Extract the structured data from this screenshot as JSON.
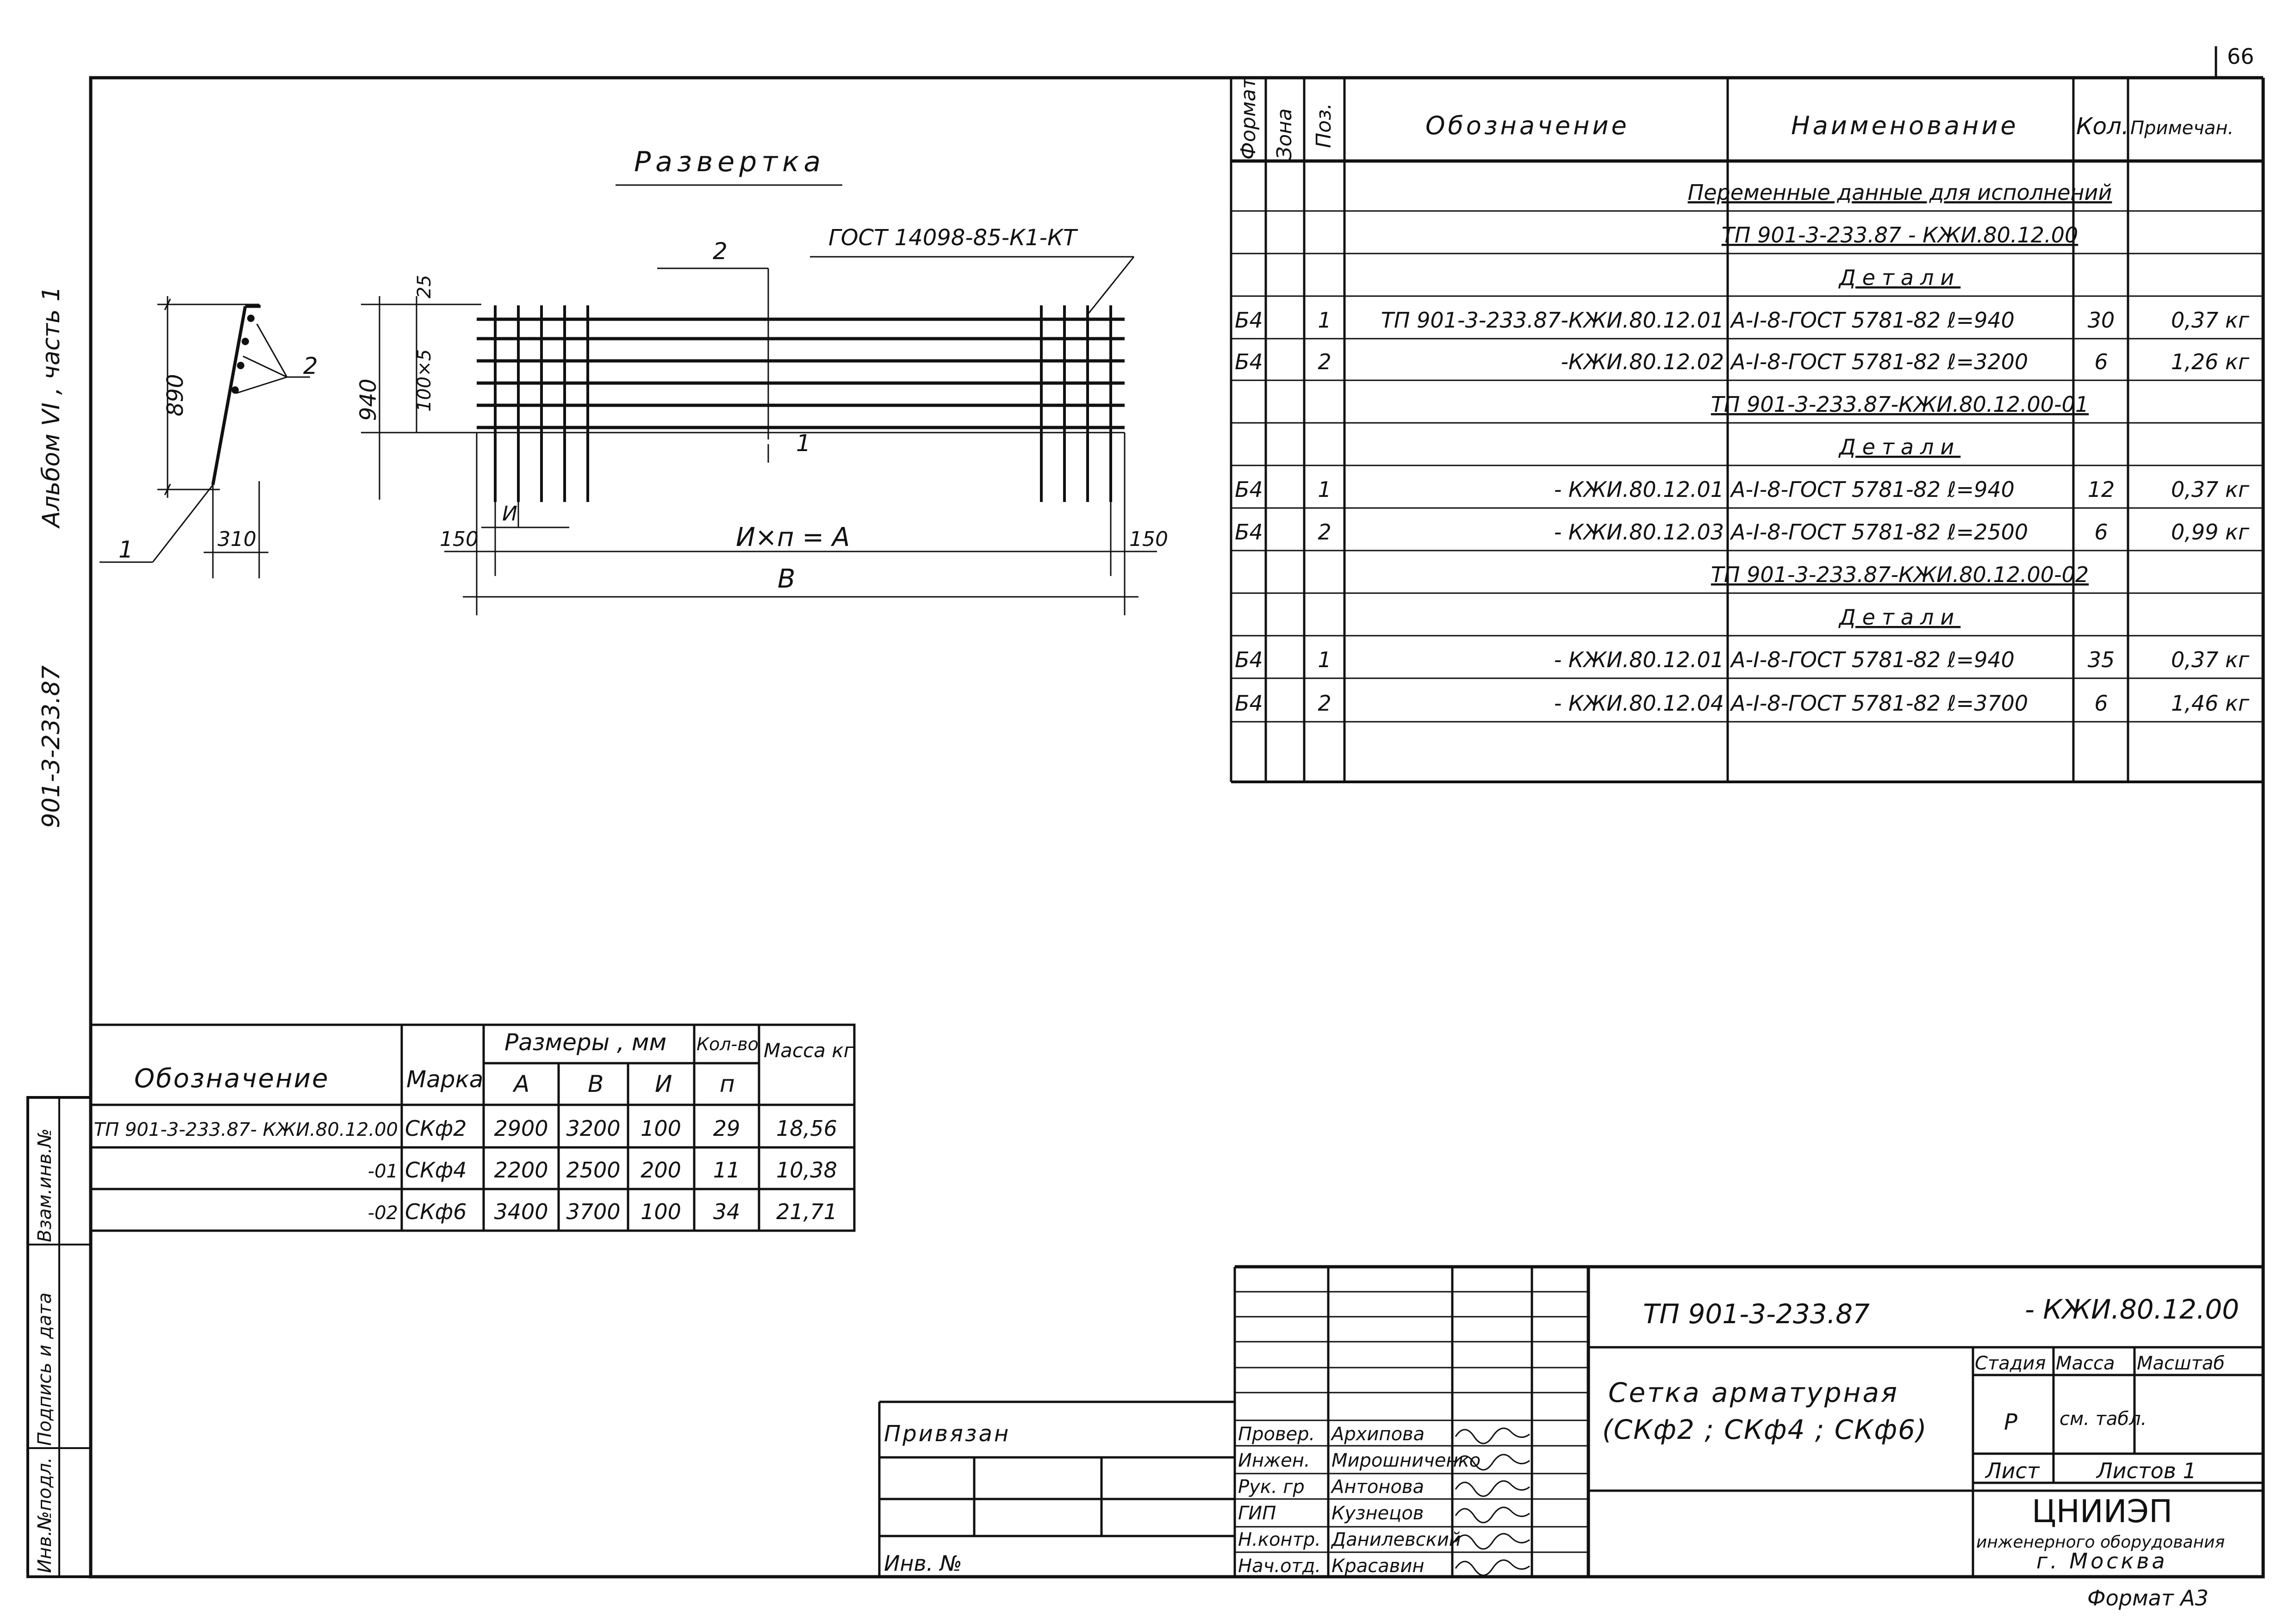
{
  "page_number": "66",
  "margin": {
    "album": "Альбом VI , часть 1",
    "doc_code": "901-3-233.87",
    "stamp_cols": [
      "Инв.№подл.",
      "Подпись и дата",
      "Взам.инв.№"
    ]
  },
  "drawing": {
    "title": "Развертка",
    "gost_label": "ГОСТ 14098-85-К1-КТ",
    "labels": {
      "h890": "890",
      "w310": "310",
      "h940": "940",
      "d25": "25",
      "d100x5": "100×5",
      "pos1": "1",
      "pos2": "2",
      "u": "И",
      "off150": "150",
      "formula": "И×п = А",
      "b": "В"
    }
  },
  "spec": {
    "headers": [
      "Формат",
      "Зона",
      "Поз.",
      "Обозначение",
      "Наименование",
      "Кол.",
      "Примечан."
    ],
    "rows": [
      {
        "f": "",
        "p": "",
        "desig": "",
        "name": "Переменные данные для исполнений",
        "qty": "",
        "note": ""
      },
      {
        "f": "",
        "p": "",
        "desig": "",
        "name": "ТП 901-3-233.87 - КЖИ.80.12.00",
        "qty": "",
        "note": ""
      },
      {
        "f": "",
        "p": "",
        "desig": "",
        "name": "Детали",
        "qty": "",
        "note": ""
      },
      {
        "f": "Б4",
        "p": "1",
        "desig": "ТП 901-3-233.87-КЖИ.80.12.01",
        "name": "А-I-8-ГОСТ 5781-82  ℓ=940",
        "qty": "30",
        "note": "0,37 кг"
      },
      {
        "f": "Б4",
        "p": "2",
        "desig": "-КЖИ.80.12.02",
        "name": "А-I-8-ГОСТ 5781-82  ℓ=3200",
        "qty": "6",
        "note": "1,26 кг"
      },
      {
        "f": "",
        "p": "",
        "desig": "",
        "name": "ТП 901-3-233.87-КЖИ.80.12.00-01",
        "qty": "",
        "note": ""
      },
      {
        "f": "",
        "p": "",
        "desig": "",
        "name": "Детали",
        "qty": "",
        "note": ""
      },
      {
        "f": "Б4",
        "p": "1",
        "desig": "- КЖИ.80.12.01",
        "name": "А-I-8-ГОСТ 5781-82  ℓ=940",
        "qty": "12",
        "note": "0,37 кг"
      },
      {
        "f": "Б4",
        "p": "2",
        "desig": "- КЖИ.80.12.03",
        "name": "А-I-8-ГОСТ 5781-82  ℓ=2500",
        "qty": "6",
        "note": "0,99 кг"
      },
      {
        "f": "",
        "p": "",
        "desig": "",
        "name": "ТП 901-3-233.87-КЖИ.80.12.00-02",
        "qty": "",
        "note": ""
      },
      {
        "f": "",
        "p": "",
        "desig": "",
        "name": "Детали",
        "qty": "",
        "note": ""
      },
      {
        "f": "Б4",
        "p": "1",
        "desig": "- КЖИ.80.12.01",
        "name": "А-I-8-ГОСТ 5781-82  ℓ=940",
        "qty": "35",
        "note": "0,37 кг"
      },
      {
        "f": "Б4",
        "p": "2",
        "desig": "- КЖИ.80.12.04",
        "name": "А-I-8-ГОСТ 5781-82  ℓ=3700",
        "qty": "6",
        "note": "1,46 кг"
      },
      {
        "f": "",
        "p": "",
        "desig": "",
        "name": "",
        "qty": "",
        "note": ""
      }
    ]
  },
  "variants": {
    "h_desig": "Обозначение",
    "h_mark": "Марка",
    "h_dims": "Размеры , мм",
    "h_qty": "Кол-во",
    "h_mass": "Масса кг",
    "h_a": "А",
    "h_b": "В",
    "h_u": "И",
    "h_n": "п",
    "rows": [
      {
        "desig": "ТП 901-3-233.87- КЖИ.80.12.00",
        "mark": "СКф2",
        "a": "2900",
        "b": "3200",
        "u": "100",
        "n": "29",
        "mass": "18,56"
      },
      {
        "desig": "-01",
        "mark": "СКф4",
        "a": "2200",
        "b": "2500",
        "u": "200",
        "n": "11",
        "mass": "10,38"
      },
      {
        "desig": "-02",
        "mark": "СКф6",
        "a": "3400",
        "b": "3700",
        "u": "100",
        "n": "34",
        "mass": "21,71"
      }
    ]
  },
  "title_block": {
    "code": "ТП 901-3-233.87",
    "code_suffix": "- КЖИ.80.12.00",
    "name1": "Сетка   арматурная",
    "name2": "(СКф2 ; СКф4 ; СКф6)",
    "stage_h": "Стадия",
    "mass_h": "Масса",
    "scale_h": "Масштаб",
    "stage": "Р",
    "mass": "см. табл.",
    "sheet": "Лист",
    "sheets": "Листов 1",
    "org1": "ЦНИИЭП",
    "org2": "инженерного оборудования",
    "org3": "г. Москва",
    "privyazan": "Привязан",
    "inv": "Инв. №",
    "format": "Формат А3",
    "signers": [
      {
        "role": "Провер.",
        "name": "Архипова"
      },
      {
        "role": "Инжен.",
        "name": "Мирошниченко"
      },
      {
        "role": "Рук. гр",
        "name": "Антонова"
      },
      {
        "role": "ГИП",
        "name": "Кузнецов"
      },
      {
        "role": "Н.контр.",
        "name": "Данилевский"
      },
      {
        "role": "Нач.отд.",
        "name": "Красавин"
      }
    ]
  }
}
